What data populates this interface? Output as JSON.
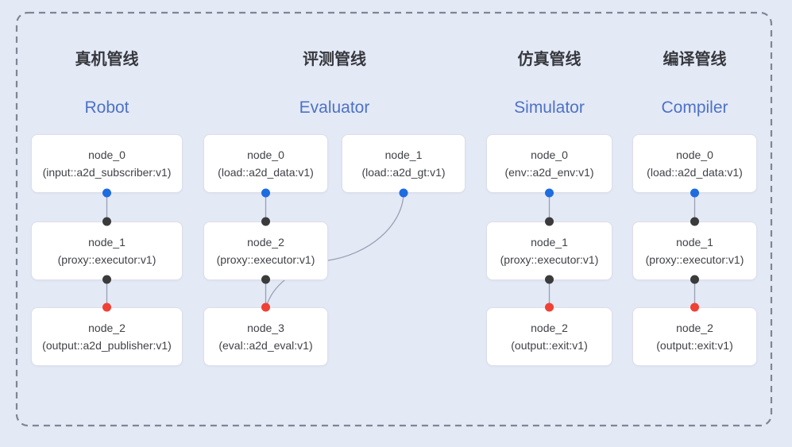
{
  "pipelines": [
    {
      "title_zh": "真机管线",
      "title_en": "Robot",
      "nodes": [
        {
          "name": "node_0",
          "type": "(input::a2d_subscriber:v1)"
        },
        {
          "name": "node_1",
          "type": "(proxy::executor:v1)"
        },
        {
          "name": "node_2",
          "type": "(output::a2d_publisher:v1)"
        }
      ]
    },
    {
      "title_zh": "评测管线",
      "title_en": "Evaluator",
      "nodes": [
        {
          "name": "node_0",
          "type": "(load::a2d_data:v1)"
        },
        {
          "name": "node_1",
          "type": "(load::a2d_gt:v1)"
        },
        {
          "name": "node_2",
          "type": "(proxy::executor:v1)"
        },
        {
          "name": "node_3",
          "type": "(eval::a2d_eval:v1)"
        }
      ]
    },
    {
      "title_zh": "仿真管线",
      "title_en": "Simulator",
      "nodes": [
        {
          "name": "node_0",
          "type": "(env::a2d_env:v1)"
        },
        {
          "name": "node_1",
          "type": "(proxy::executor:v1)"
        },
        {
          "name": "node_2",
          "type": "(output::exit:v1)"
        }
      ]
    },
    {
      "title_zh": "编译管线",
      "title_en": "Compiler",
      "nodes": [
        {
          "name": "node_0",
          "type": "(load::a2d_data:v1)"
        },
        {
          "name": "node_1",
          "type": "(proxy::executor:v1)"
        },
        {
          "name": "node_2",
          "type": "(output::exit:v1)"
        }
      ]
    }
  ],
  "colors": {
    "background": "#e4e9f6",
    "node-bg": "#ffffff",
    "node-border": "#dcdfe8",
    "dashed-border": "#7e8694",
    "edge": "#98a0b3",
    "title": "#36383d",
    "subtitle": "#4d72c6",
    "node-text": "#404248",
    "port-blue": "#1d6ce0",
    "port-dark": "#3b3b3b",
    "port-red": "#ef4134"
  }
}
